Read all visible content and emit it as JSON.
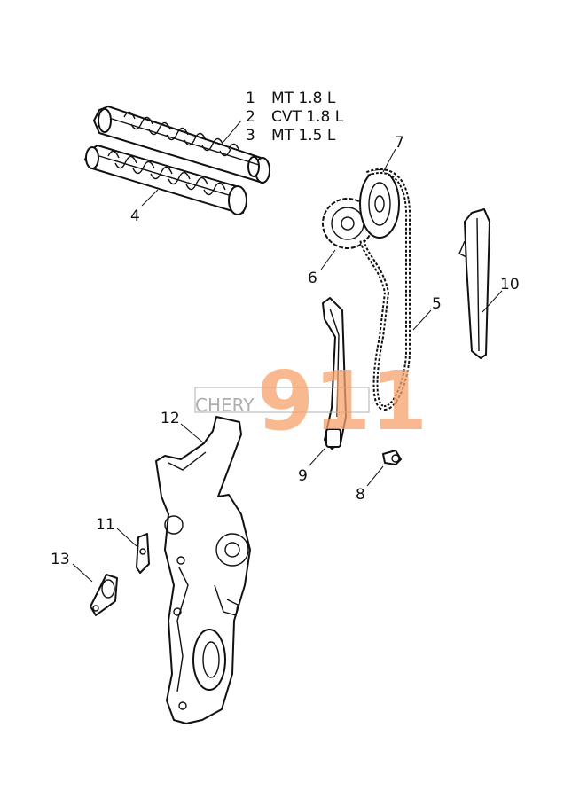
{
  "legend": [
    {
      "num": "1",
      "text": "MT 1.8 L"
    },
    {
      "num": "2",
      "text": "CVT 1.8 L"
    },
    {
      "num": "3",
      "text": "MT 1.5 L"
    }
  ],
  "callouts": {
    "c4": "4",
    "c5": "5",
    "c6": "6",
    "c7": "7",
    "c8": "8",
    "c9": "9",
    "c10": "10",
    "c11": "11",
    "c12": "12",
    "c13": "13"
  },
  "watermark": {
    "brand": "CHERY",
    "number": "911"
  }
}
